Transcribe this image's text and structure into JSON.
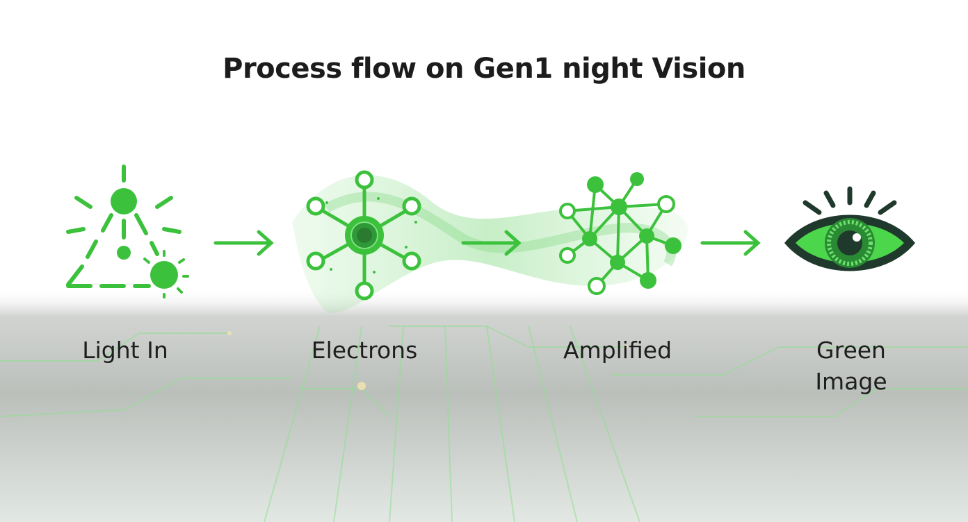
{
  "title": "Process flow on Gen1 night Vision",
  "steps": [
    {
      "label": "Light In",
      "icon": "light-source-icon"
    },
    {
      "label": "Electrons",
      "icon": "electron-network-icon"
    },
    {
      "label": "Amplified",
      "icon": "amplified-network-icon"
    },
    {
      "label": "Green\nImage",
      "icon": "eye-icon"
    }
  ],
  "arrows": [
    "arrow-right-icon",
    "arrow-right-icon",
    "arrow-right-icon"
  ],
  "colors": {
    "accent": "#3cc13c",
    "accent_dark": "#2e9a37",
    "eye_outline": "#1f3a2c",
    "title_text": "#1c1c1c",
    "label_text": "#1e1e1e"
  }
}
